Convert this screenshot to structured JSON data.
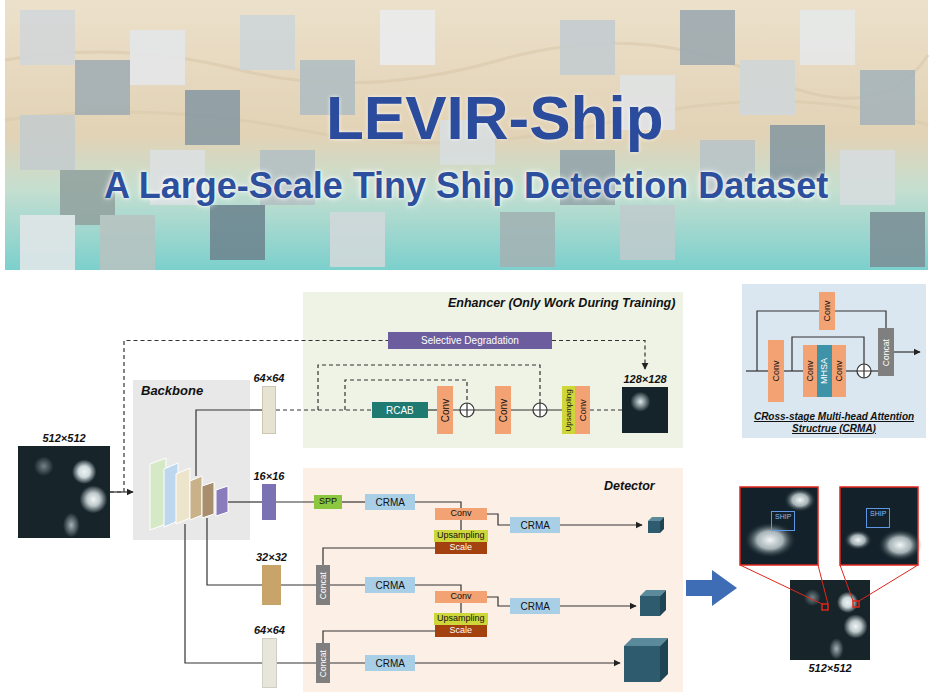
{
  "diagram": {
    "title": "LEVIR-Ship",
    "nodes": [
      {
        "text": [
          "Enhancer (Only Work During Training)"
        ]
      },
      {
        "text": [
          "Selective Degradation"
        ],
        "in": 0
      },
      {
        "text": [
          "RCAB"
        ],
        "in": 0
      },
      {
        "text": [
          "Conv"
        ],
        "in": 0
      },
      {
        "text": [
          "Conv"
        ],
        "in": 0
      },
      {
        "text": [
          "Upsampling"
        ],
        "in": 0
      },
      {
        "text": [
          "Conv"
        ],
        "in": 0
      },
      {
        "text": [
          "128×128"
        ],
        "in": 0
      },
      {
        "text": [
          "CRoss-stage Multi-head Attention Structrue (CRMA)"
        ]
      },
      {
        "text": [
          "Conv"
        ],
        "in": 8
      },
      {
        "text": [
          "Concat"
        ],
        "in": 8
      },
      {
        "text": [
          "Conv"
        ],
        "in": 8
      },
      {
        "text": [
          "Conv"
        ],
        "in": 8
      },
      {
        "text": [
          "MHSA"
        ],
        "in": 8
      },
      {
        "text": [
          "Conv"
        ],
        "in": 8
      },
      {
        "text": [
          "512×512"
        ]
      },
      {
        "text": [
          "Backbone"
        ]
      },
      {
        "text": [
          "64×64"
        ]
      },
      {
        "text": [
          "16×16"
        ]
      },
      {
        "text": [
          "32×32"
        ]
      },
      {
        "text": [
          "64×64"
        ]
      },
      {
        "text": [
          "Detector"
        ]
      },
      {
        "text": [
          "SPP"
        ],
        "in": 21
      },
      {
        "text": [
          "CRMA"
        ],
        "in": 21
      },
      {
        "text": [
          "Conv"
        ],
        "in": 21
      },
      {
        "text": [
          "Upsampling"
        ],
        "in": 21
      },
      {
        "text": [
          "Scale"
        ],
        "in": 21
      },
      {
        "text": [
          "CRMA"
        ],
        "in": 21
      },
      {
        "text": [
          "Concat"
        ],
        "in": 21
      },
      {
        "text": [
          "CRMA"
        ],
        "in": 21
      },
      {
        "text": [
          "Conv"
        ],
        "in": 21
      },
      {
        "text": [
          "Upsampling"
        ],
        "in": 21
      },
      {
        "text": [
          "Scale"
        ],
        "in": 21
      },
      {
        "text": [
          "CRMA"
        ],
        "in": 21
      },
      {
        "text": [
          "Concat"
        ],
        "in": 21
      },
      {
        "text": [
          "CRMA"
        ],
        "in": 21
      },
      {
        "text": [
          "SHIP"
        ]
      },
      {
        "text": [
          "SHIP"
        ]
      },
      {
        "text": [
          "512×512"
        ]
      }
    ],
    "edges": [
      {
        "from": 15,
        "to": 16,
        "arrow": "to"
      },
      {
        "from": 15,
        "to": 1,
        "arrow": "none"
      },
      {
        "from": 1,
        "to": 7,
        "arrow": "to"
      },
      {
        "from": 16,
        "to": 17,
        "arrow": "none"
      },
      {
        "from": 16,
        "to": 18,
        "arrow": "none"
      },
      {
        "from": 16,
        "to": 19,
        "arrow": "none"
      },
      {
        "from": 16,
        "to": 20,
        "arrow": "none"
      },
      {
        "from": 17,
        "to": 2,
        "arrow": "none"
      },
      {
        "from": 2,
        "to": 3,
        "arrow": "none"
      },
      {
        "from": 3,
        "to": 4,
        "arrow": "none"
      },
      {
        "from": 4,
        "to": 5,
        "arrow": "none"
      },
      {
        "from": 6,
        "to": 7,
        "arrow": "none"
      },
      {
        "from": 18,
        "to": 22,
        "arrow": "none"
      },
      {
        "from": 22,
        "to": 23,
        "arrow": "none"
      },
      {
        "from": 23,
        "to": 24,
        "arrow": "none"
      },
      {
        "from": 24,
        "to": 27,
        "arrow": "none"
      },
      {
        "from": 24,
        "to": 25,
        "arrow": "none"
      },
      {
        "from": 26,
        "to": 28,
        "arrow": "none"
      },
      {
        "from": 19,
        "to": 28,
        "arrow": "none"
      },
      {
        "from": 28,
        "to": 29,
        "arrow": "none"
      },
      {
        "from": 29,
        "to": 30,
        "arrow": "none"
      },
      {
        "from": 30,
        "to": 33,
        "arrow": "none"
      },
      {
        "from": 30,
        "to": 31,
        "arrow": "none"
      },
      {
        "from": 32,
        "to": 34,
        "arrow": "none"
      },
      {
        "from": 20,
        "to": 34,
        "arrow": "none"
      },
      {
        "from": 34,
        "to": 35,
        "arrow": "none"
      },
      {
        "from": 9,
        "to": 10,
        "arrow": "none"
      },
      {
        "from": 11,
        "to": 12,
        "arrow": "none"
      },
      {
        "from": 14,
        "to": 10,
        "arrow": "none"
      }
    ],
    "labels": [
      "A Large-Scale Tiny Ship Detection Dataset"
    ]
  }
}
